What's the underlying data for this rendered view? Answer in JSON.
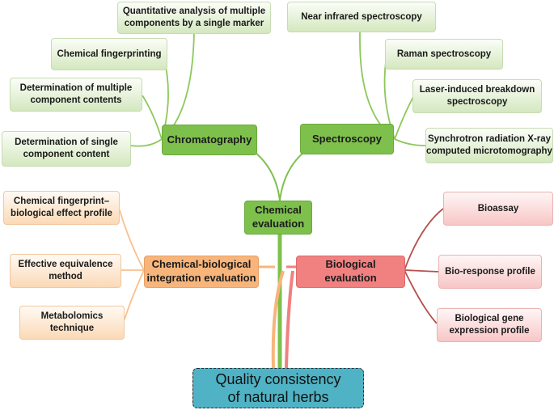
{
  "center": {
    "label_line1": "Chemical",
    "label_line2": "evaluation"
  },
  "root": {
    "label_line1": "Quality consistency",
    "label_line2": "of natural herbs"
  },
  "chromatography": {
    "label": "Chromatography",
    "items": [
      {
        "line1": "Quantitative analysis of multiple",
        "line2": "components by a single marker"
      },
      {
        "line1": "Chemical fingerprinting",
        "line2": ""
      },
      {
        "line1": "Determination of multiple",
        "line2": "component contents"
      },
      {
        "line1": "Determination of single",
        "line2": "component content"
      }
    ]
  },
  "spectroscopy": {
    "label": "Spectroscopy",
    "items": [
      {
        "line1": "Near infrared spectroscopy",
        "line2": ""
      },
      {
        "line1": "Raman spectroscopy",
        "line2": ""
      },
      {
        "line1": "Laser-induced breakdown",
        "line2": "spectroscopy"
      },
      {
        "line1": "Synchrotron radiation X-ray",
        "line2": "computed microtomography"
      }
    ]
  },
  "chem_bio": {
    "label_line1": "Chemical-biological",
    "label_line2": "integration evaluation",
    "items": [
      {
        "line1": "Chemical fingerprint–",
        "line2": "biological effect profile"
      },
      {
        "line1": "Effective equivalence",
        "line2": "method"
      },
      {
        "line1": "Metabolomics",
        "line2": "technique"
      }
    ]
  },
  "biological": {
    "label_line1": "Biological",
    "label_line2": "evaluation",
    "items": [
      {
        "line1": "Bioassay",
        "line2": ""
      },
      {
        "line1": "Bio-response profile",
        "line2": ""
      },
      {
        "line1": "Biological gene",
        "line2": "expression profile"
      }
    ]
  },
  "colors": {
    "green": "#7ec04c",
    "orange": "#f8b57b",
    "red": "#f18080",
    "root": "#4fb3c5",
    "dark_red_line": "#b5504d"
  }
}
